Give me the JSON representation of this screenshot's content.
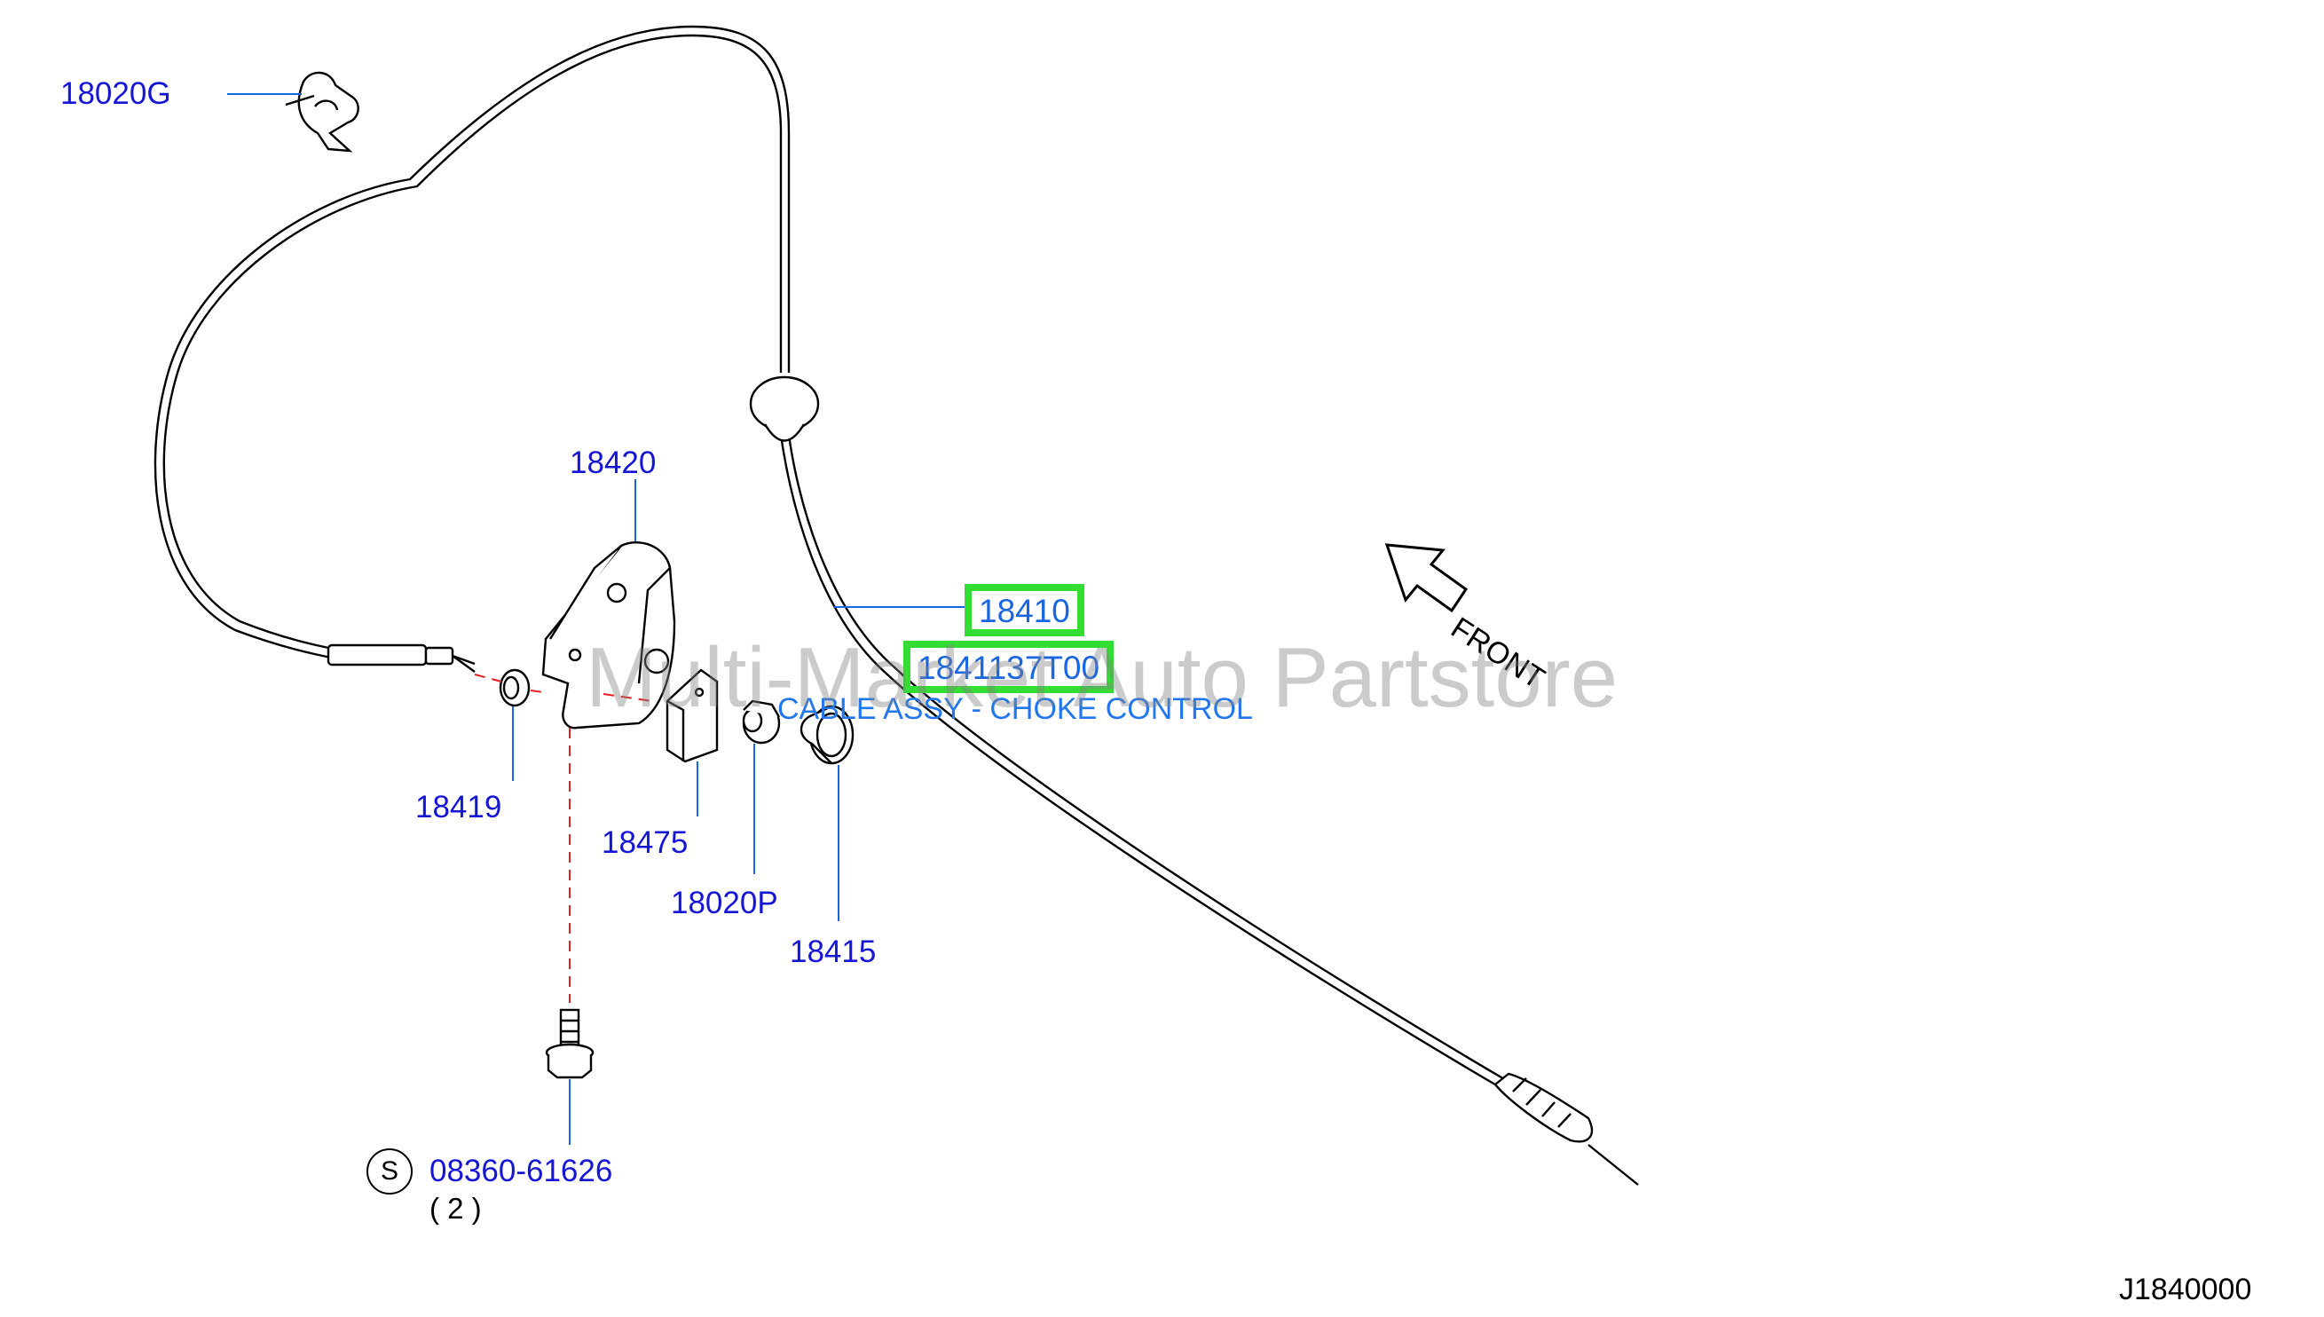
{
  "watermark": "Multi-Market Auto Partstore",
  "diagram_code": "J1840000",
  "direction_label": "FRONT",
  "colors": {
    "label": "#1515d6",
    "highlight_border": "#33dd33",
    "highlight_text": "#1a66e0",
    "leader_line": "#1a66e0",
    "hidden_line": "#e02020"
  },
  "parts": {
    "p18020G": "18020G",
    "p18420": "18420",
    "p18410": "18410",
    "p1841137T00": "1841137T00",
    "p18419": "18419",
    "p18475": "18475",
    "p18020P": "18020P",
    "p18415": "18415",
    "p08360": "08360-61626"
  },
  "highlighted_description": "CABLE ASSY - CHOKE CONTROL",
  "standard_part_symbol": "S",
  "quantity_note": "( 2 )"
}
